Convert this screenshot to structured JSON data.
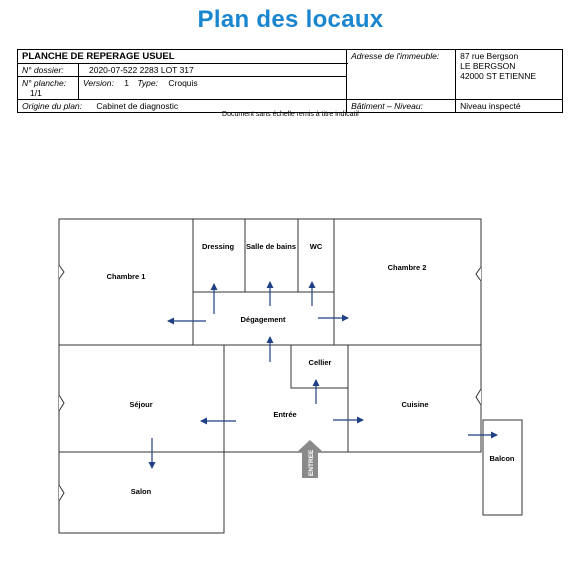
{
  "title": "Plan des locaux",
  "header": {
    "sheet_title": "PLANCHE DE REPERAGE USUEL",
    "dossier_label": "N° dossier:",
    "dossier_value": "2020-07-522 2283  LOT 317",
    "planche_label": "N° planche:",
    "planche_value": "1/1",
    "version_label": "Version:",
    "version_value": "1",
    "type_label": "Type:",
    "type_value": "Croquis",
    "origine_label": "Origine du plan:",
    "origine_value": "Cabinet de diagnostic",
    "adresse_label": "Adresse de l'immeuble:",
    "adresse_line1": "87  rue Bergson",
    "adresse_line2": "LE BERGSON",
    "adresse_line3": "42000 ST ETIENNE",
    "batiment_label": "Bâtiment – Niveau:",
    "batiment_value": "Niveau inspecté"
  },
  "note": "Document sans échelle remis à titre indicatif",
  "rooms": {
    "dressing": "Dressing",
    "salle_de_bains": "Salle de bains",
    "wc": "WC",
    "chambre1": "Chambre 1",
    "chambre2": "Chambre 2",
    "degagement": "Dégagement",
    "cellier": "Cellier",
    "sejour": "Séjour",
    "entree": "Entrée",
    "cuisine": "Cuisine",
    "salon": "Salon",
    "balcon": "Balcon"
  },
  "entry_marker": "ENTREE",
  "colors": {
    "title": "#1a86cf",
    "arrows": "#1f3f86",
    "walls": "#333333",
    "entry_marker": "#8a8a8a"
  }
}
